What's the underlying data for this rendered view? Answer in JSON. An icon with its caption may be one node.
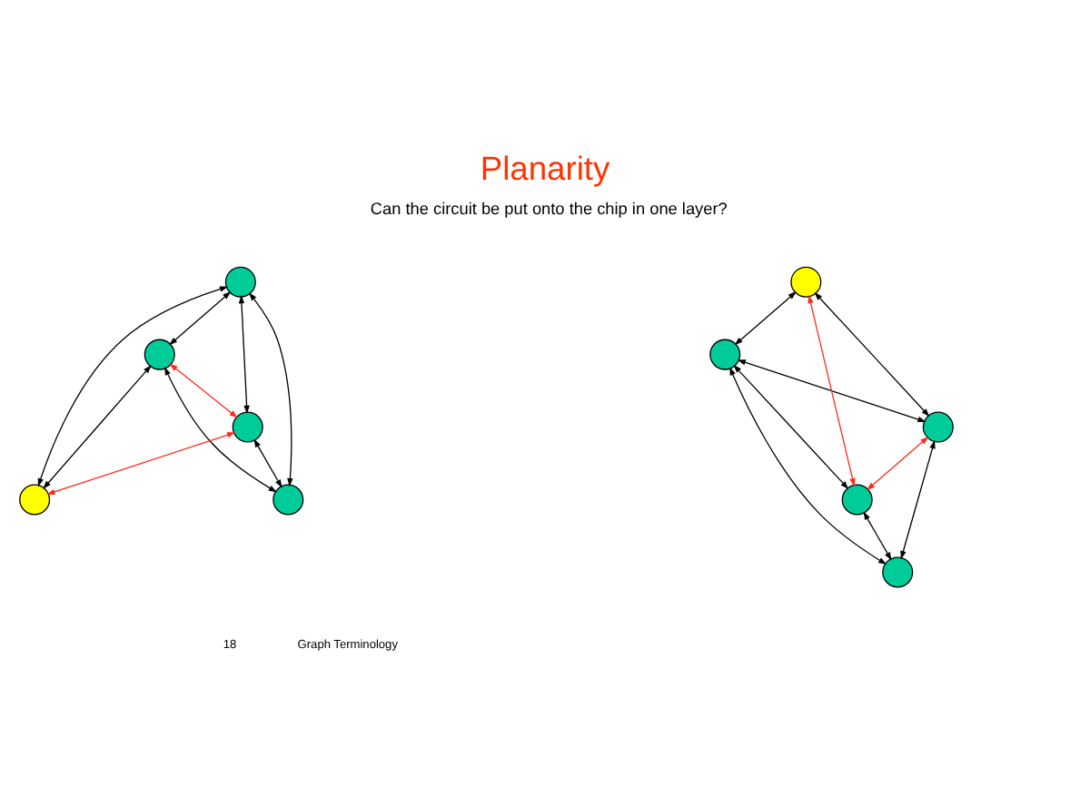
{
  "diagram": {
    "title": "Planarity",
    "nodes": [
      {
        "text": [],
        "shape": "circle"
      },
      {
        "text": [],
        "shape": "circle"
      },
      {
        "text": [],
        "shape": "circle"
      },
      {
        "text": [],
        "shape": "circle"
      },
      {
        "text": [],
        "shape": "circle"
      },
      {
        "text": [],
        "shape": "circle"
      },
      {
        "text": [],
        "shape": "circle"
      },
      {
        "text": [],
        "shape": "circle"
      },
      {
        "text": [],
        "shape": "circle"
      },
      {
        "text": [],
        "shape": "circle"
      }
    ],
    "edges": [
      {
        "from": 0,
        "to": 1,
        "arrow": "both"
      },
      {
        "from": 0,
        "to": 2,
        "arrow": "both"
      },
      {
        "from": 1,
        "to": 2,
        "arrow": "both",
        "color": "#ff2a1a"
      },
      {
        "from": 0,
        "to": 3,
        "arrow": "both"
      },
      {
        "from": 0,
        "to": 4,
        "arrow": "both"
      },
      {
        "from": 1,
        "to": 3,
        "arrow": "both"
      },
      {
        "from": 1,
        "to": 4,
        "arrow": "both"
      },
      {
        "from": 2,
        "to": 3,
        "arrow": "both",
        "color": "#ff2a1a"
      },
      {
        "from": 2,
        "to": 4,
        "arrow": "both"
      },
      {
        "from": 5,
        "to": 6,
        "arrow": "both"
      },
      {
        "from": 8,
        "to": 5,
        "arrow": "both",
        "color": "#ff2a1a"
      },
      {
        "from": 5,
        "to": 7,
        "arrow": "both"
      },
      {
        "from": 6,
        "to": 7,
        "arrow": "both"
      },
      {
        "from": 6,
        "to": 8,
        "arrow": "both"
      },
      {
        "from": 6,
        "to": 9,
        "arrow": "both"
      },
      {
        "from": 7,
        "to": 9,
        "arrow": "both"
      },
      {
        "from": 8,
        "to": 9,
        "arrow": "both"
      },
      {
        "from": 7,
        "to": 8,
        "arrow": "both",
        "color": "#ff2a1a"
      }
    ],
    "labels": [
      "Can the circuit be put onto the chip in one layer?",
      "Graph Terminology",
      "18"
    ]
  }
}
